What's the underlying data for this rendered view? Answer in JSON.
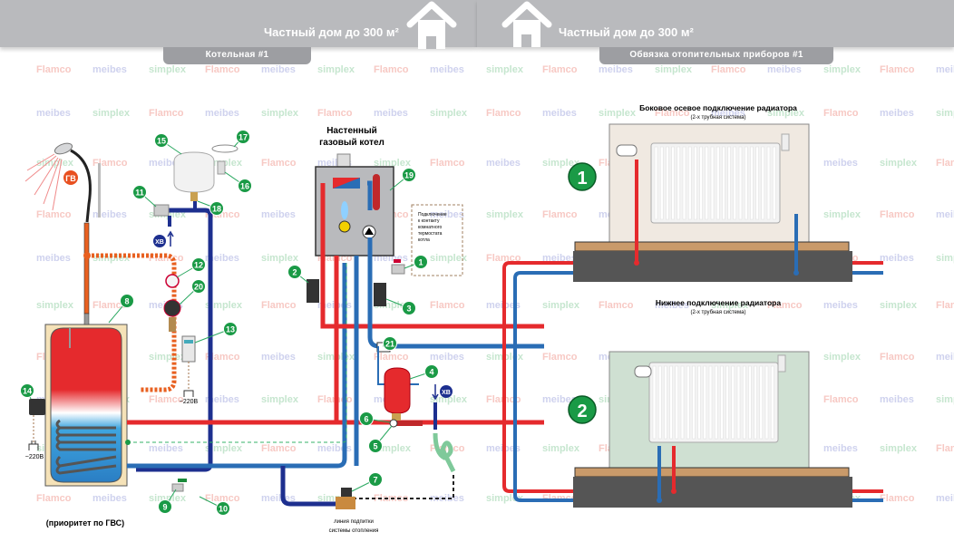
{
  "header": {
    "left_title": "Частный дом до 300 м²",
    "right_title": "Частный дом до 300 м²",
    "left_tab": "Котельная #1",
    "right_tab": "Обвязка отопительных приборов #1"
  },
  "watermarks": [
    "Flamco",
    "meibes",
    "simplex"
  ],
  "boiler": {
    "title_line1": "Настенный",
    "title_line2": "газовый котел",
    "thermostat_note": [
      "Подключение",
      "к контакту",
      "комнатного",
      "термостата",
      "котла"
    ]
  },
  "labels": {
    "hot_water": "ГВ",
    "cold_water_1": "ХВ",
    "cold_water_2": "ХВ",
    "power_1": "~220В",
    "power_2": "~220В",
    "priority": "(приоритет по ГВС)",
    "fill_line_1": "линия подпитки",
    "fill_line_2": "системы отопления"
  },
  "callouts": [
    "1",
    "2",
    "3",
    "4",
    "5",
    "6",
    "7",
    "8",
    "9",
    "10",
    "11",
    "12",
    "13",
    "14",
    "15",
    "16",
    "17",
    "18",
    "19",
    "20",
    "21"
  ],
  "radiators": [
    {
      "number": "1",
      "title": "Боковое осевое подключение радиатора",
      "subtitle": "(2-х трубная система)"
    },
    {
      "number": "2",
      "title": "Нижнее подключение радиатора",
      "subtitle": "(2-х трубная система)"
    }
  ],
  "colors": {
    "header_bg": "#b9babd",
    "tab_bg": "#9d9ea2",
    "hot_pipe": "#e8202a",
    "cold_pipe": "#2a6db5",
    "supply_pipe": "#1d2f8f",
    "callout_green": "#1a9a46",
    "tank_red": "#e52a2d",
    "tank_blue": "#2a7ec4",
    "wall_beige": "#f0e9e1",
    "wall_green": "#cfe0d2"
  }
}
